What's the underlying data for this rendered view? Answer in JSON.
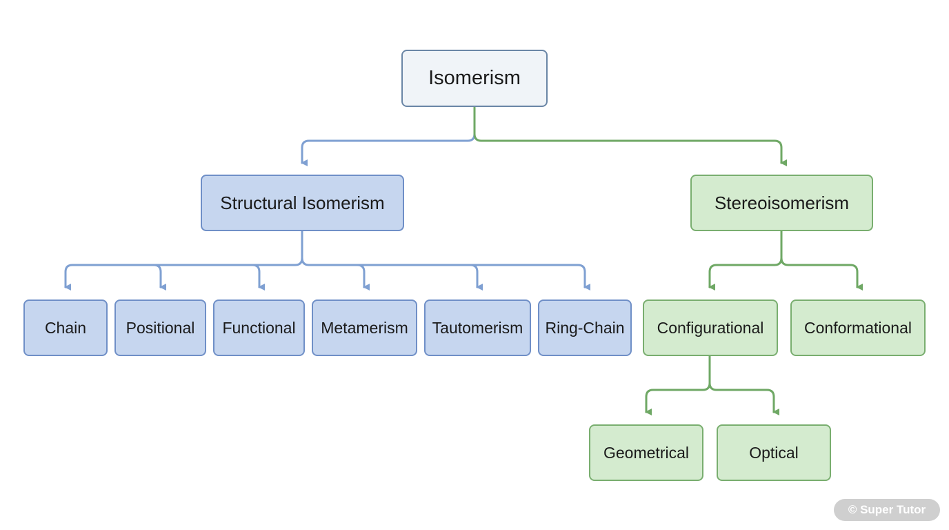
{
  "nodes": {
    "root": "Isomerism",
    "structural": "Structural Isomerism",
    "stereo": "Stereoisomerism",
    "chain": "Chain",
    "positional": "Positional",
    "functional": "Functional",
    "metamerism": "Metamerism",
    "tautomerism": "Tautomerism",
    "ring_chain": "Ring-Chain",
    "configurational": "Configurational",
    "conformational": "Conformational",
    "geometrical": "Geometrical",
    "optical": "Optical"
  },
  "watermark": "© Super Tutor",
  "colors": {
    "root_fill": "#f0f4f8",
    "root_border": "#6a86a6",
    "structural_fill": "#c6d6ef",
    "structural_border": "#6f8fc7",
    "structural_connector": "#7fa0d2",
    "stereo_fill": "#d4ebcf",
    "stereo_border": "#79ae6f",
    "stereo_connector": "#6fa865"
  }
}
